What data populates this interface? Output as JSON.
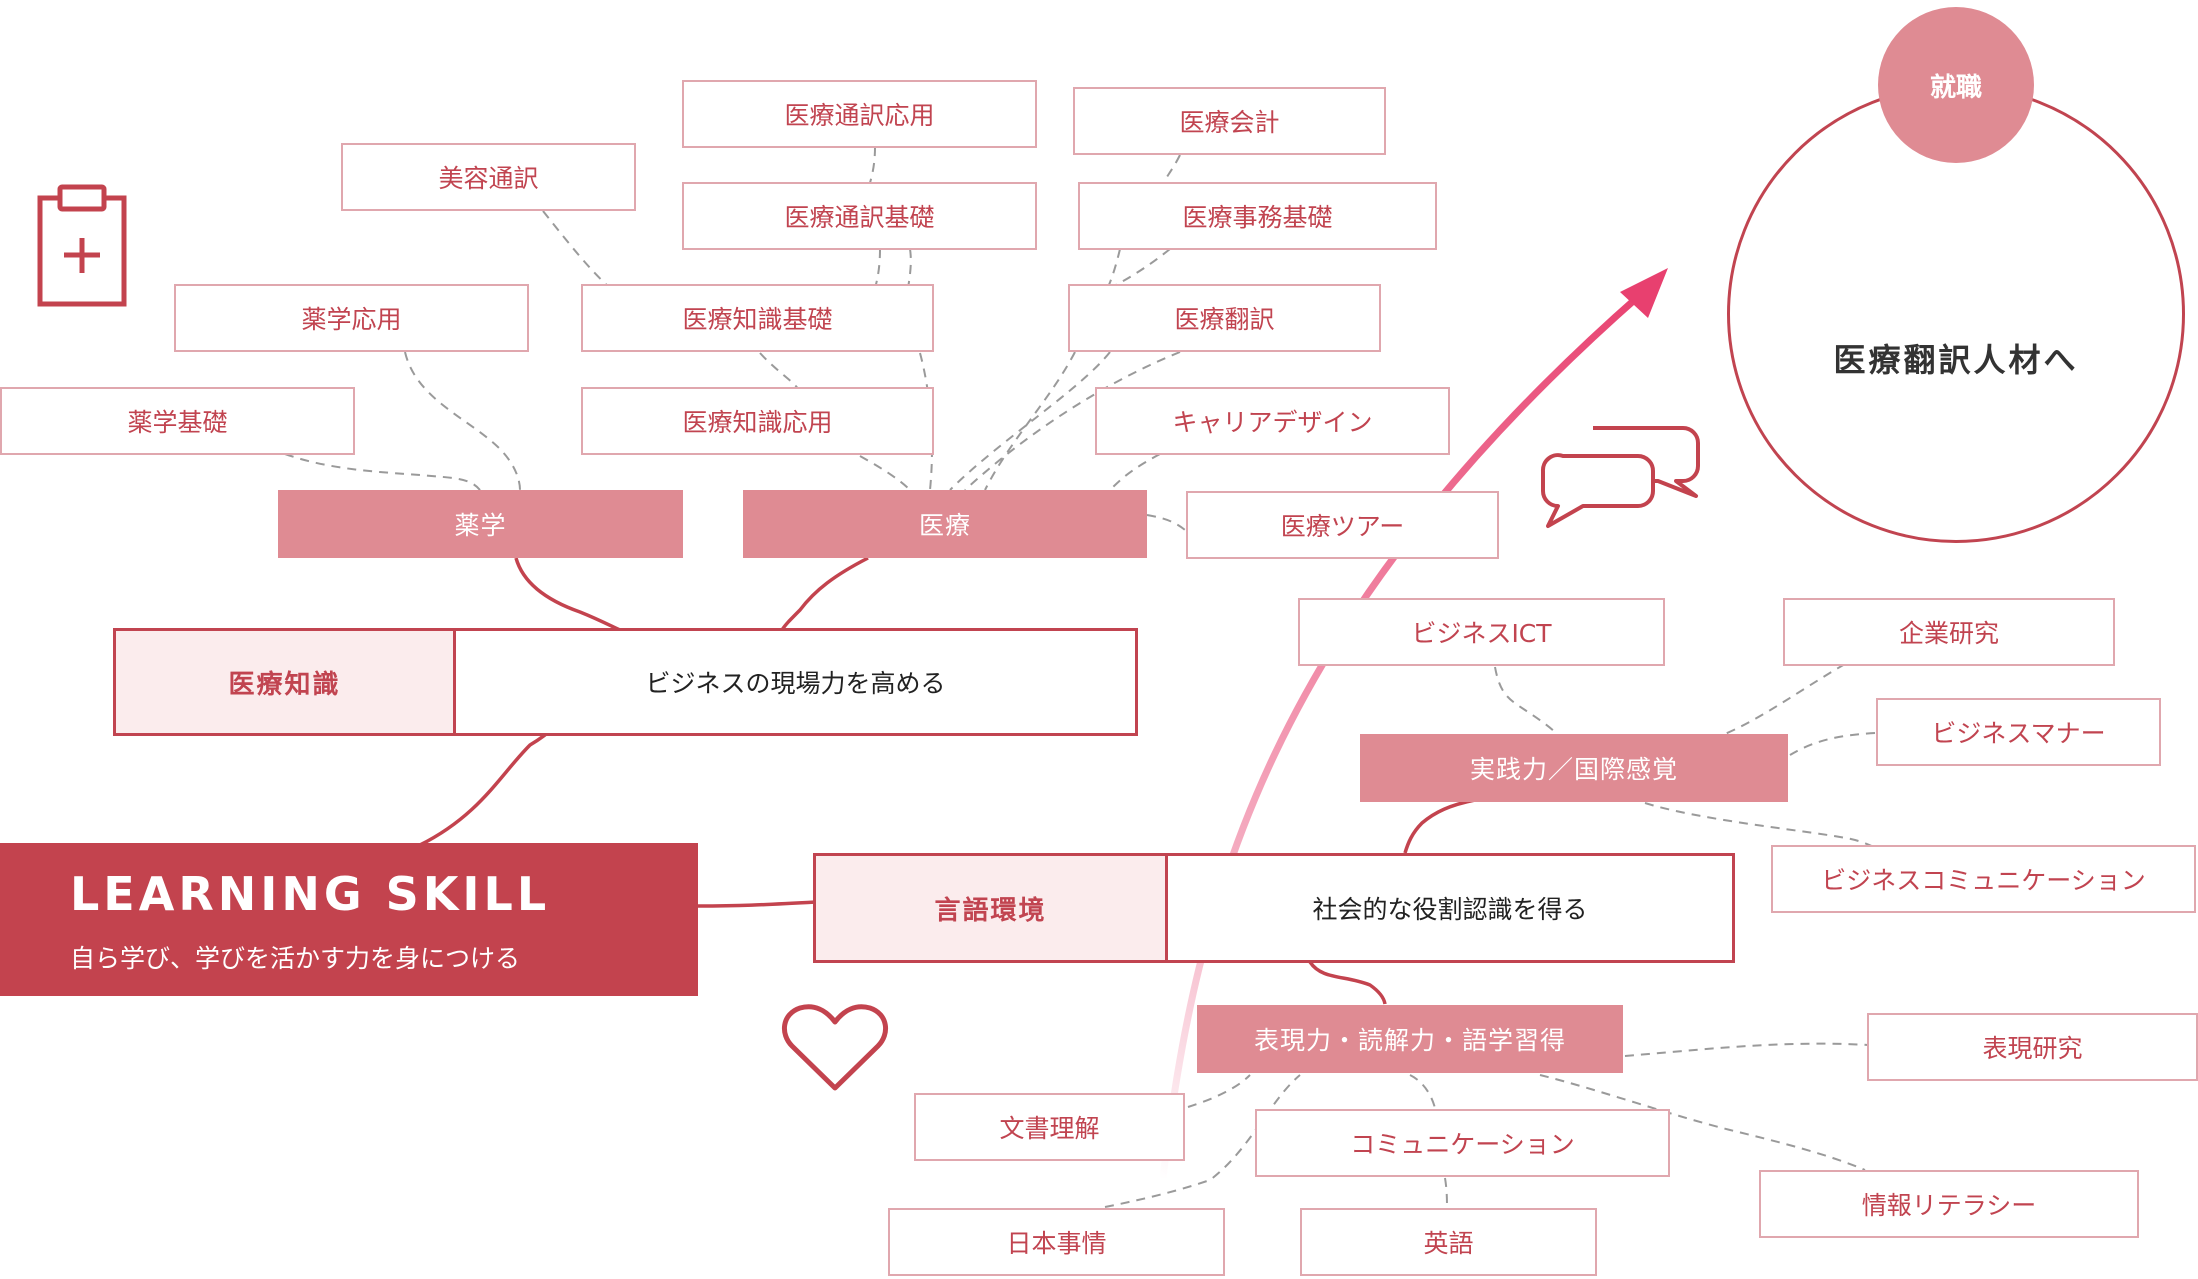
{
  "root": {
    "title": "LEARNING SKILL",
    "subtitle": "自ら学び、学びを活かす力を身につける"
  },
  "goal": {
    "badge": "就職",
    "title": "医療翻訳人材へ"
  },
  "groups": {
    "medical": {
      "label": "医療知識",
      "description": "ビジネスの現場力を高める"
    },
    "language": {
      "label": "言語環境",
      "description": "社会的な役割認識を得る"
    }
  },
  "categories": {
    "pharmacy": "薬学",
    "medicine": "医療",
    "practice": "実践力／国際感覚",
    "expression": "表現力・読解力・語学習得"
  },
  "courses": {
    "pharmacy_basic": "薬学基礎",
    "pharmacy_applied": "薬学応用",
    "beauty_interpreting": "美容通訳",
    "med_knowledge_basic": "医療知識基礎",
    "med_knowledge_applied": "医療知識応用",
    "med_interp_applied": "医療通訳応用",
    "med_interp_basic": "医療通訳基礎",
    "med_accounting": "医療会計",
    "med_office_basic": "医療事務基礎",
    "med_translation": "医療翻訳",
    "career_design": "キャリアデザイン",
    "med_tour": "医療ツアー",
    "business_ict": "ビジネスICT",
    "corporate_research": "企業研究",
    "business_manners": "ビジネスマナー",
    "business_communication": "ビジネスコミュニケーション",
    "expression_research": "表現研究",
    "document_comprehension": "文書理解",
    "communication": "コミュニケーション",
    "info_literacy": "情報リテラシー",
    "japanese_affairs": "日本事情",
    "english": "英語"
  },
  "colors": {
    "accent": "#c3434e",
    "pill": "#df8b93",
    "leaf_border": "#e0a7ae",
    "label_bg": "#fbeced",
    "arrow": "#e8406f"
  },
  "icons": [
    "clipboard-plus-icon",
    "speech-bubbles-icon",
    "heart-icon",
    "person-icon",
    "globe-icon",
    "upward-arrow-icon"
  ]
}
